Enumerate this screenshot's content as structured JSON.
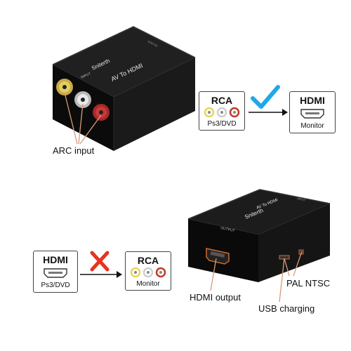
{
  "device_top": {
    "brand": "Sniterth",
    "model": "AV To HDMI",
    "input_port_label": "INPUT",
    "status_label": "STATUS"
  },
  "device_bottom": {
    "brand": "Sniterth",
    "model": "AV To HDMI",
    "output_port_label": "OUTPUT",
    "input_label": "INPUT"
  },
  "callouts": {
    "arc_input": "ARC input",
    "hdmi_output": "HDMI output",
    "pal_ntsc": "PAL NTSC",
    "usb_charging": "USB charging"
  },
  "diagram_top": {
    "source": {
      "title": "RCA",
      "subtitle": "Ps3/DVD"
    },
    "target": {
      "title": "HDMI",
      "subtitle": "Monitor"
    },
    "status": "supported",
    "status_icon": "check-icon",
    "status_color": "#1ea8e8"
  },
  "diagram_bottom": {
    "source": {
      "title": "HDMI",
      "subtitle": "Ps3/DVD"
    },
    "target": {
      "title": "RCA",
      "subtitle": "Monitor"
    },
    "status": "not-supported",
    "status_icon": "cross-icon",
    "status_color": "#e8321e"
  },
  "colors": {
    "rca_yellow": "#e6d65a",
    "rca_white": "#d8d8d8",
    "rca_red": "#c0392b",
    "device_black": "#141414"
  }
}
